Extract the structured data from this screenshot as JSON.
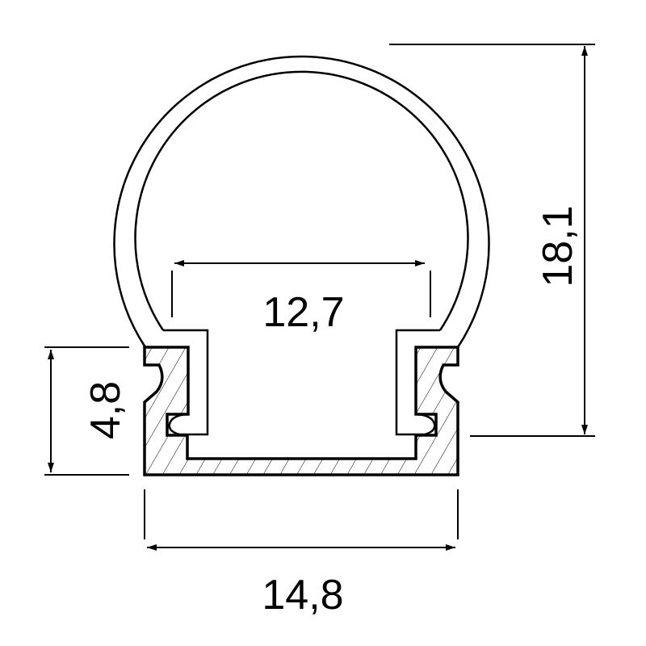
{
  "drawing": {
    "title": "Round LED aluminium profile with diffuser - cross section",
    "dimensions": {
      "inner_width": "12,7",
      "total_height": "18,1",
      "profile_height": "4,8",
      "profile_width": "14,8"
    },
    "colors": {
      "line": "#000000",
      "background": "#ffffff"
    }
  }
}
